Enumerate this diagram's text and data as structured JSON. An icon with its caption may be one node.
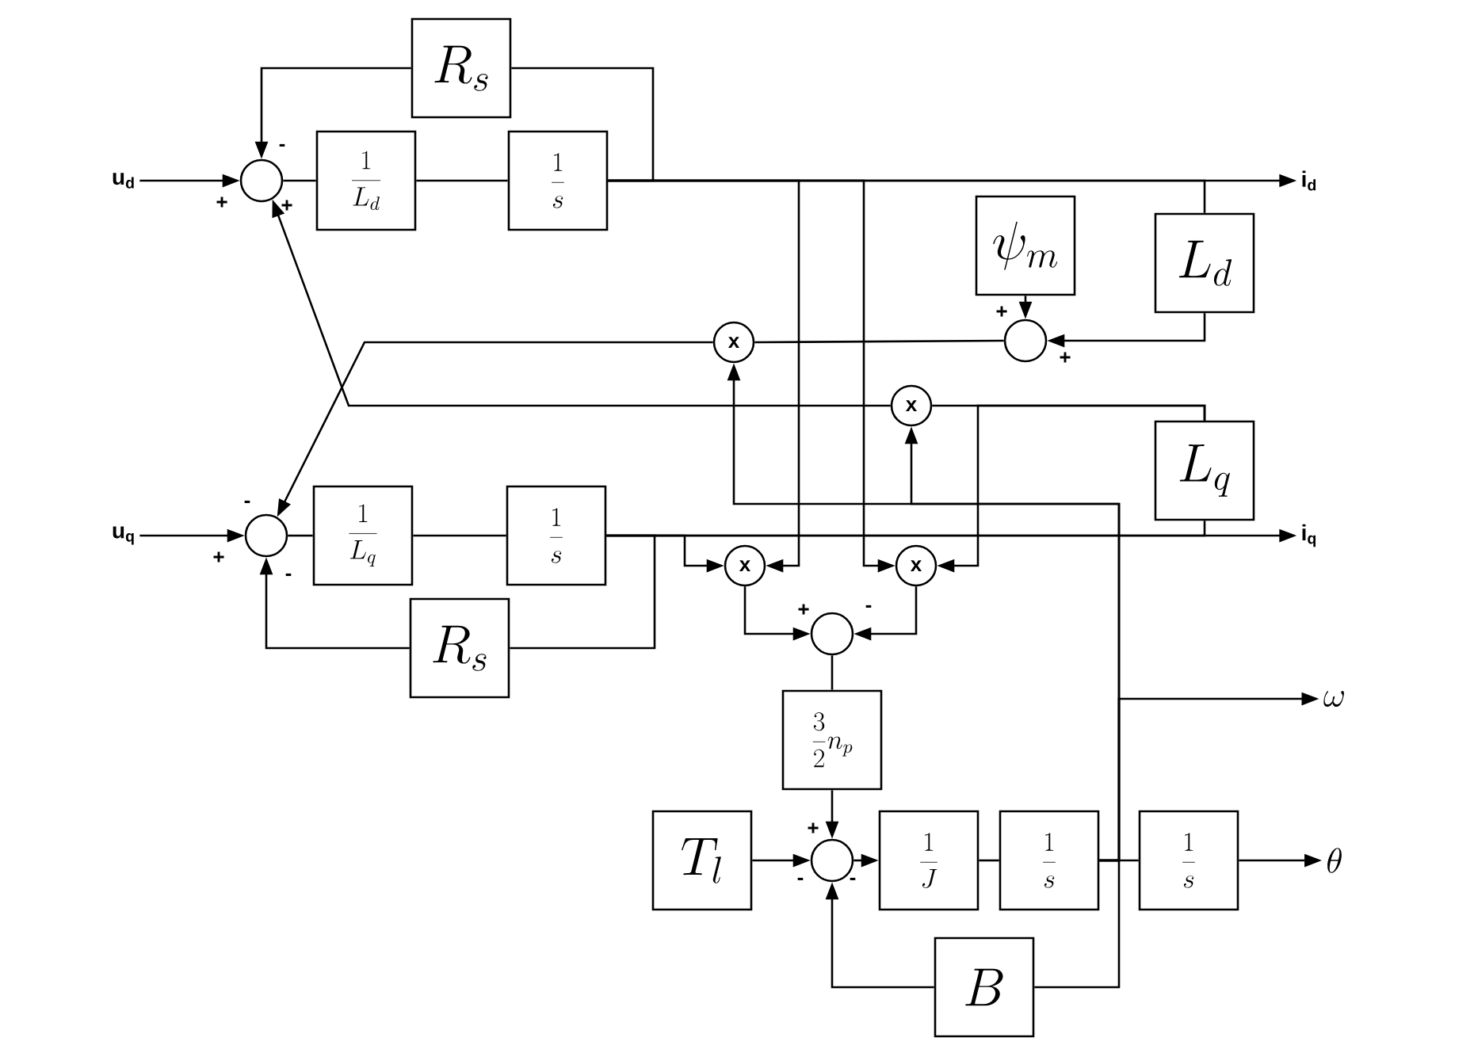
{
  "diagram": {
    "nodes": [
      {
        "text": [
          "u$_{d}$"
        ]
      },
      {
        "text": [],
        "shape": "circle"
      },
      {
        "text": [
          "\\frac{1}{L_d}"
        ]
      },
      {
        "text": [
          "\\frac{1}{s}"
        ]
      },
      {
        "text": [
          "R_s"
        ]
      },
      {
        "text": [
          "i$_{d}$"
        ]
      },
      {
        "text": [
          "\\psi_m"
        ]
      },
      {
        "text": [
          "L_d"
        ]
      },
      {
        "text": [],
        "shape": "circle"
      },
      {
        "text": [
          "x"
        ]
      },
      {
        "text": [
          "x"
        ]
      },
      {
        "text": [
          "L_q"
        ]
      },
      {
        "text": [
          "u$_{q}$"
        ]
      },
      {
        "text": [],
        "shape": "circle"
      },
      {
        "text": [
          "\\frac{1}{L_q}"
        ]
      },
      {
        "text": [
          "\\frac{1}{s}"
        ]
      },
      {
        "text": [
          "R_s"
        ]
      },
      {
        "text": [
          "i$_{q}$"
        ]
      },
      {
        "text": [
          "x"
        ]
      },
      {
        "text": [
          "x"
        ]
      },
      {
        "text": [],
        "shape": "circle"
      },
      {
        "text": [
          "\\frac{3}{2}n_p"
        ]
      },
      {
        "text": [
          "T_l"
        ]
      },
      {
        "text": [],
        "shape": "circle"
      },
      {
        "text": [
          "\\frac{1}{J}"
        ]
      },
      {
        "text": [
          "\\frac{1}{s}"
        ]
      },
      {
        "text": [
          "\\frac{1}{s}"
        ]
      },
      {
        "text": [
          "B"
        ]
      },
      {
        "text": [
          "\\omega"
        ]
      },
      {
        "text": [
          "\\theta"
        ]
      }
    ],
    "edges": [
      {
        "from": 0,
        "to": 1,
        "arrow": "to"
      },
      {
        "from": 1,
        "to": 2,
        "arrow": "none"
      },
      {
        "from": 2,
        "to": 3,
        "arrow": "none"
      },
      {
        "from": 3,
        "to": 5,
        "arrow": "to"
      },
      {
        "from": 3,
        "to": 4,
        "arrow": "none"
      },
      {
        "from": 4,
        "to": 1,
        "arrow": "to"
      },
      {
        "from": 3,
        "to": 18,
        "arrow": "to"
      },
      {
        "from": 3,
        "to": 19,
        "arrow": "to"
      },
      {
        "from": 3,
        "to": 7,
        "arrow": "none"
      },
      {
        "from": 7,
        "to": 8,
        "arrow": "to"
      },
      {
        "from": 6,
        "to": 8,
        "arrow": "to"
      },
      {
        "from": 8,
        "to": 9,
        "arrow": "none"
      },
      {
        "from": 9,
        "to": 13,
        "arrow": "to"
      },
      {
        "from": 15,
        "to": 17,
        "arrow": "to"
      },
      {
        "from": 15,
        "to": 11,
        "arrow": "none"
      },
      {
        "from": 15,
        "to": 16,
        "arrow": "none"
      },
      {
        "from": 16,
        "to": 13,
        "arrow": "to"
      },
      {
        "from": 12,
        "to": 13,
        "arrow": "to"
      },
      {
        "from": 13,
        "to": 14,
        "arrow": "none"
      },
      {
        "from": 14,
        "to": 15,
        "arrow": "none"
      },
      {
        "from": 15,
        "to": 18,
        "arrow": "to"
      },
      {
        "from": 11,
        "to": 10,
        "arrow": "none"
      },
      {
        "from": 11,
        "to": 19,
        "arrow": "to"
      },
      {
        "from": 10,
        "to": 1,
        "arrow": "to"
      },
      {
        "from": 18,
        "to": 20,
        "arrow": "to"
      },
      {
        "from": 19,
        "to": 20,
        "arrow": "to"
      },
      {
        "from": 20,
        "to": 21,
        "arrow": "none"
      },
      {
        "from": 21,
        "to": 23,
        "arrow": "to"
      },
      {
        "from": 22,
        "to": 23,
        "arrow": "to"
      },
      {
        "from": 23,
        "to": 24,
        "arrow": "to"
      },
      {
        "from": 24,
        "to": 25,
        "arrow": "none"
      },
      {
        "from": 25,
        "to": 26,
        "arrow": "none"
      },
      {
        "from": 26,
        "to": 29,
        "arrow": "to"
      },
      {
        "from": 25,
        "to": 9,
        "arrow": "to"
      },
      {
        "from": 25,
        "to": 10,
        "arrow": "to"
      },
      {
        "from": 25,
        "to": 28,
        "arrow": "to"
      },
      {
        "from": 25,
        "to": 27,
        "arrow": "none"
      },
      {
        "from": 27,
        "to": 23,
        "arrow": "to"
      }
    ],
    "labels": [
      "-",
      "+",
      "+",
      "+",
      "+",
      "-",
      "+",
      "-",
      "+",
      "-",
      "+",
      "-",
      "-"
    ]
  }
}
